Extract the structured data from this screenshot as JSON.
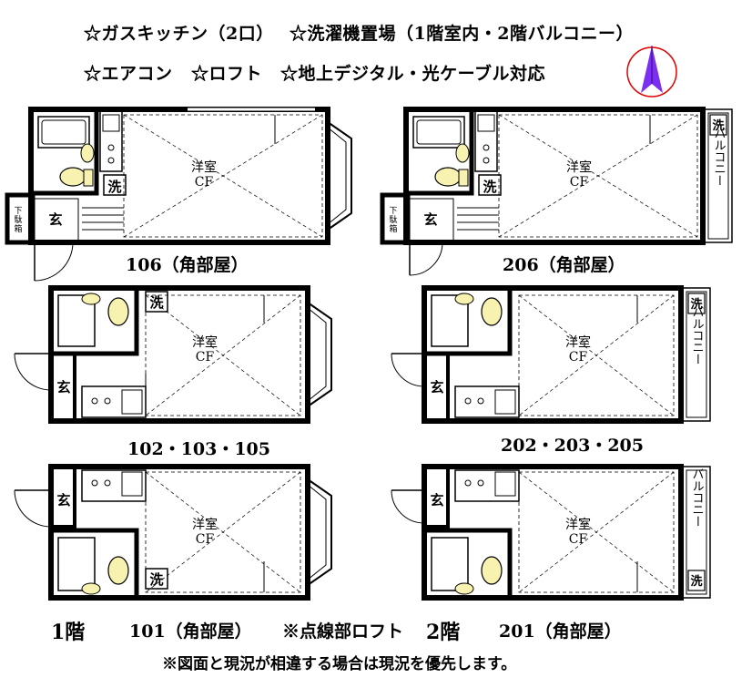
{
  "features": {
    "line1a": "☆ガスキッチン（2口）",
    "line1b": "☆洗濯機置場（1階室内・2階バルコニー）",
    "line2a": "☆エアコン",
    "line2b": "☆ロフト",
    "line2c": "☆地上デジタル・光ケーブル対応"
  },
  "labels": {
    "room": "洋室",
    "floor_type": "CF",
    "entrance": "玄",
    "washer": "洗",
    "shoebox": "下駄箱",
    "balcony": "バルコニー"
  },
  "units": {
    "u106": "106（角部屋）",
    "u206": "206（角部屋）",
    "u102": "102・103・105",
    "u202": "202・203・205",
    "u101": "101（角部屋）",
    "u201": "201（角部屋）"
  },
  "footer": {
    "floor1": "1階",
    "floor2": "2階",
    "loft_note": "※点線部ロフト",
    "disclaimer": "※図面と現況が相違する場合は現況を優先します。"
  },
  "colors": {
    "compass_circle": "#e00000",
    "compass_arrow": "#7b2ff0"
  }
}
